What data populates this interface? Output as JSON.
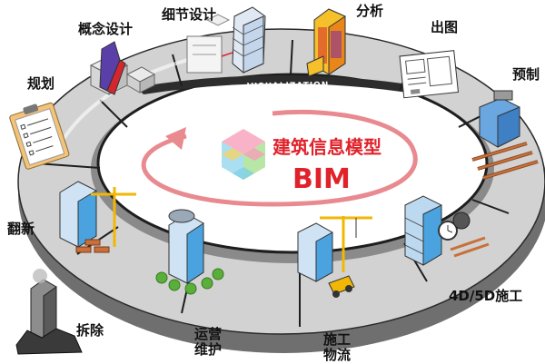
{
  "center": {
    "title": "建筑信息模型",
    "subtitle": "BIM"
  },
  "ring_text": "VISUALIZATION",
  "stages": {
    "concept": "概念设计",
    "detail": "细节设计",
    "analysis": "分析",
    "drawing": "出图",
    "prefab": "预制",
    "construction_4d5d": "4D/5D施工",
    "logistics_1": "施工",
    "logistics_2": "物流",
    "operation_1": "运营",
    "operation_2": "维护",
    "demolition": "拆除",
    "renovation": "翻新",
    "planning": "规划"
  },
  "colors": {
    "ring_top": "#cfcfcf",
    "ring_side": "#7a7a7a",
    "ring_edge": "#2a2a2a",
    "accent_red": "#e0222a",
    "building_blue": "#4aa3df",
    "crane_yellow": "#f2b705"
  }
}
